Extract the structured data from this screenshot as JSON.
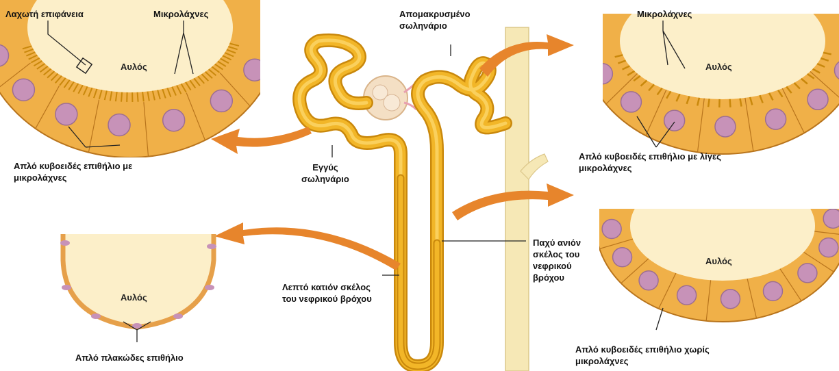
{
  "colors": {
    "tubule": "#f2b628",
    "tubule_dark": "#c9880c",
    "cell": "#f0b048",
    "cell_edge": "#b8741c",
    "lumen": "#fcefc9",
    "nucleus": "#c792b8",
    "arrow": "#e7852c",
    "collecting_duct": "#f6e8b6"
  },
  "labels": {
    "rough_surface": "Λαχωτή επιφάνεια",
    "microvilli_left": "Μικρολάχνες",
    "lumen_pct": "Αυλός",
    "pct_epithelium": "Απλό κυβοειδές επιθήλιο με\nμικρολάχνες",
    "proximal_tubule": "Εγγύς\nσωληνάριο",
    "distal_tubule": "Απομακρυσμένο\nσωληνάριο",
    "microvilli_right": "Μικρολάχνες",
    "lumen_dct": "Αυλός",
    "dct_epithelium": "Απλό κυβοειδές επιθήλιο με λίγες\nμικρολάχνες",
    "thick_ascending": "Παχύ ανιόν\nσκέλος του\nνεφρικού\nβρόχου",
    "thin_descending": "Λεπτό κατιόν σκέλος\nτου νεφρικού βρόχου",
    "lumen_thin": "Αυλός",
    "squamous_epithelium": "Απλό πλακώδες επιθήλιο",
    "lumen_thick": "Αυλός",
    "thick_epithelium": "Απλό κυβοειδές επιθήλιο χωρίς\nμικρολάχνες"
  }
}
